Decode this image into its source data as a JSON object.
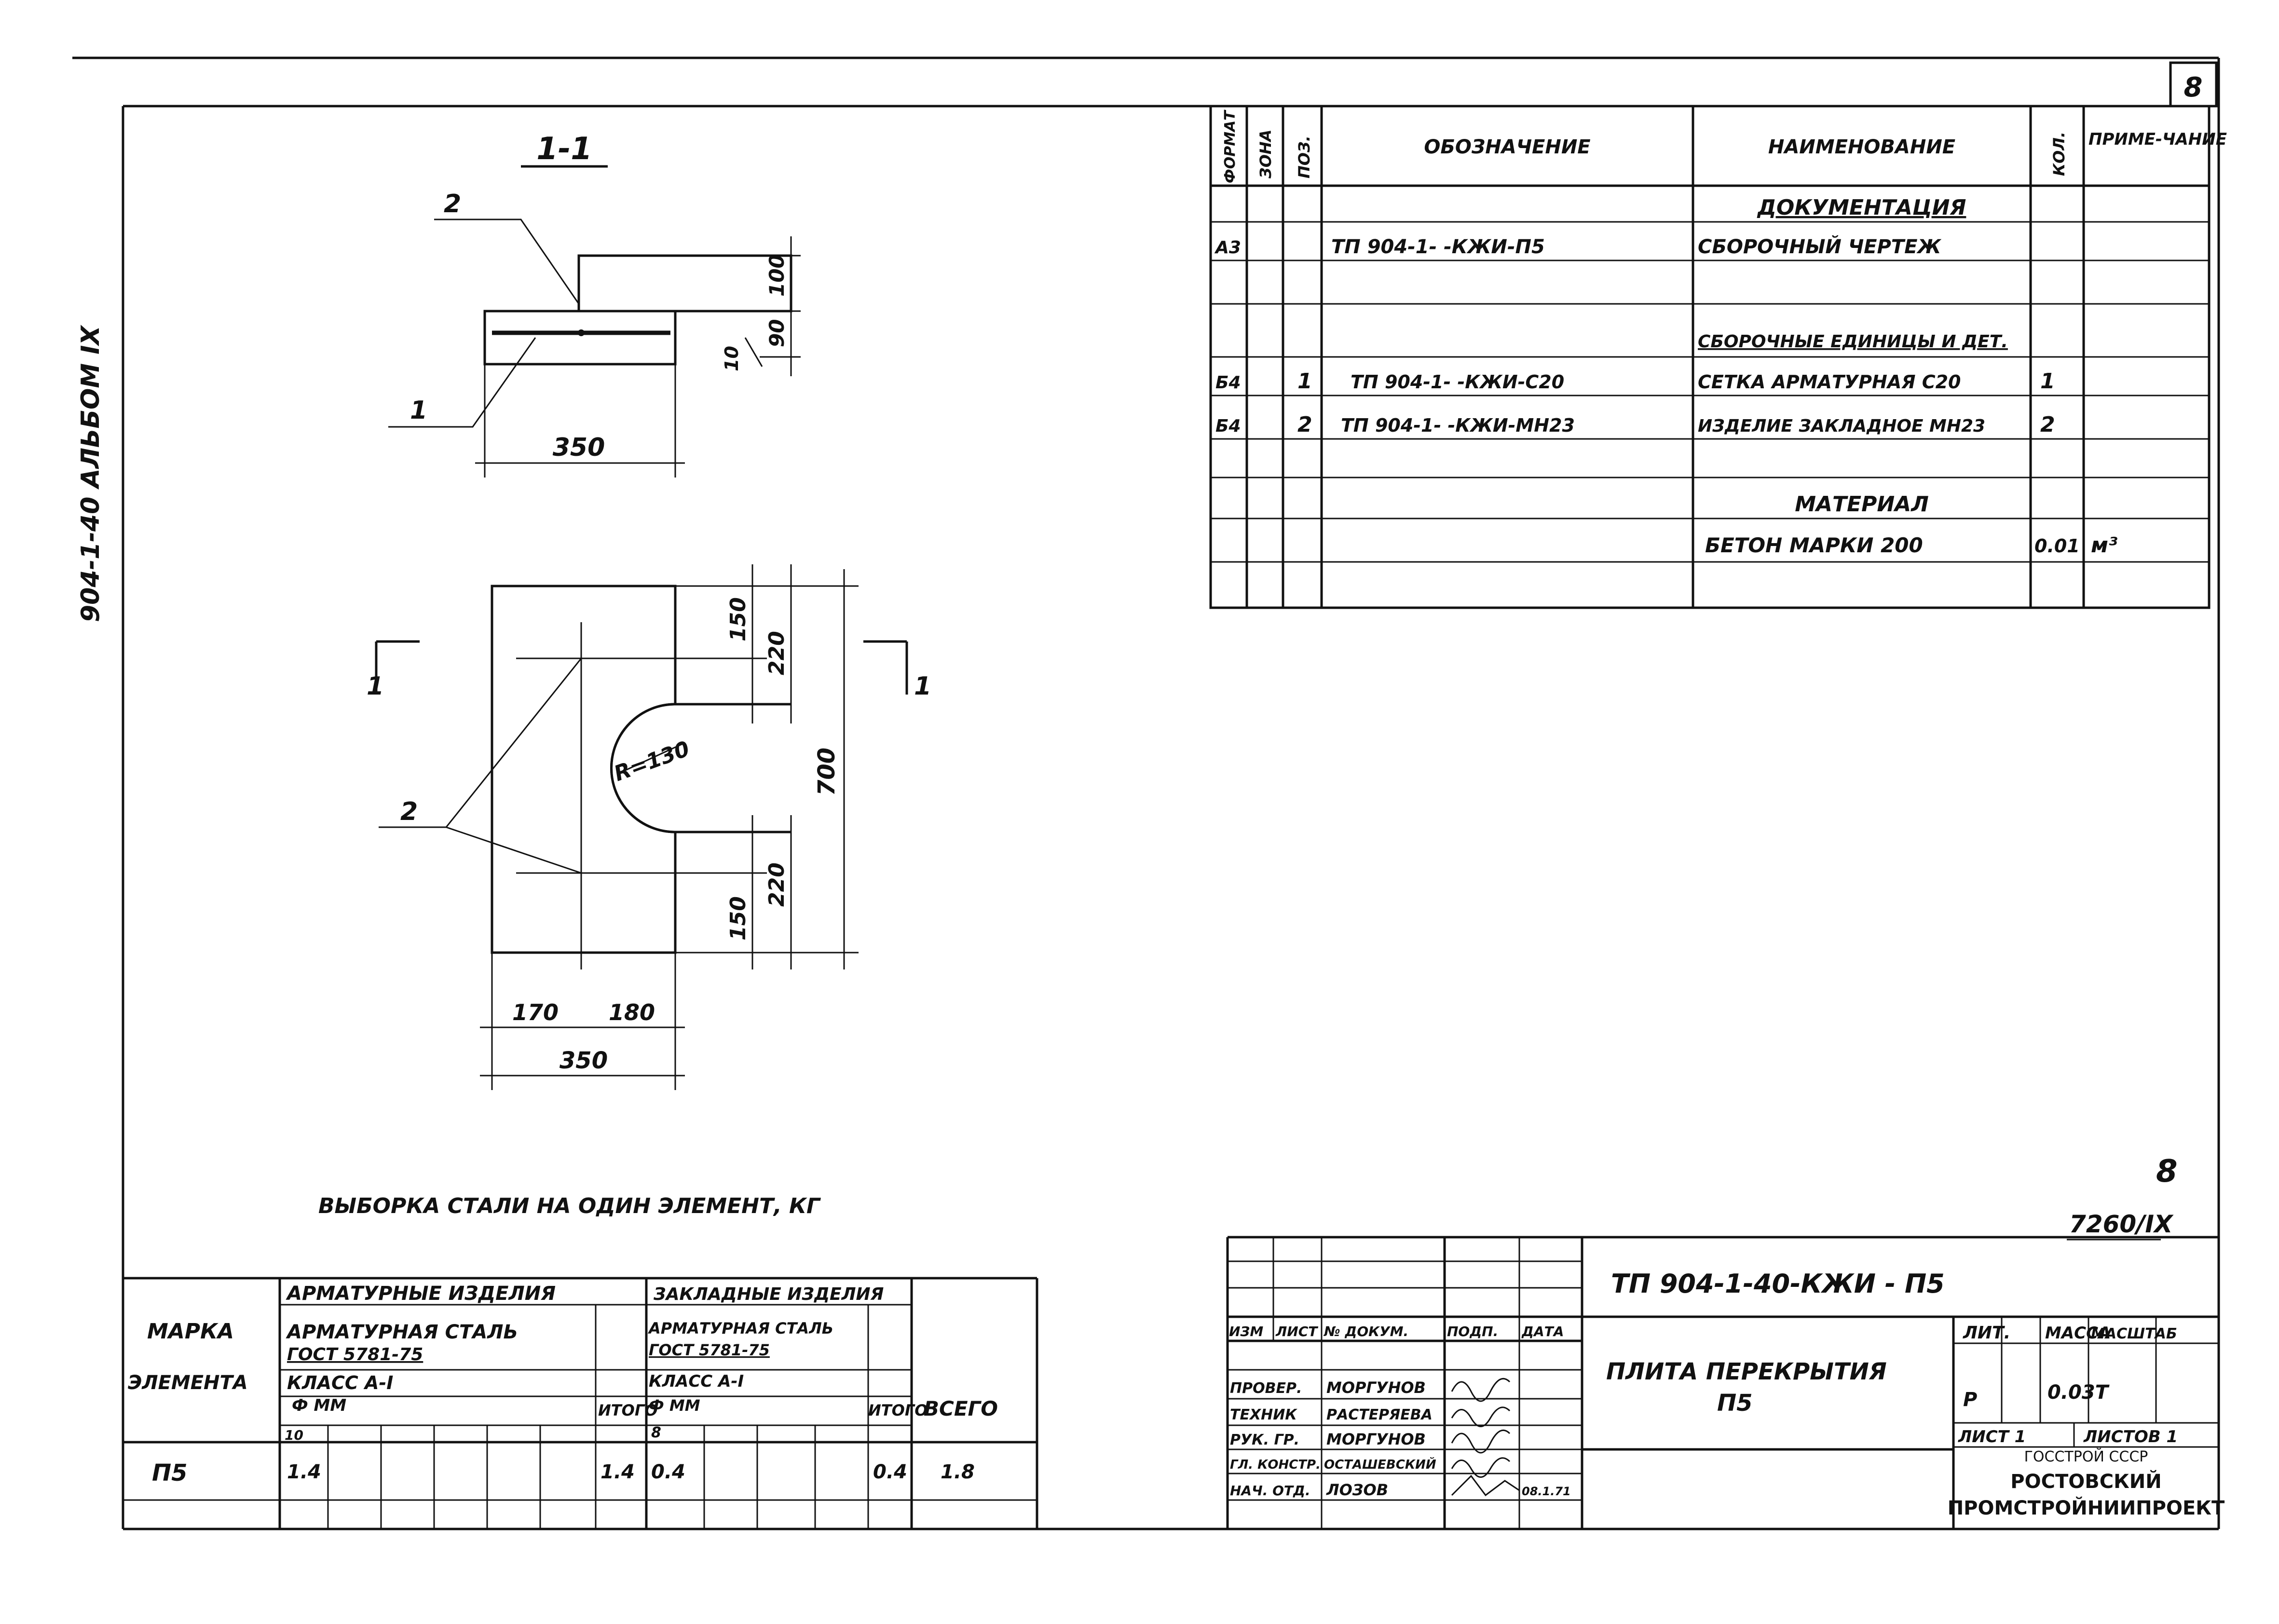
{
  "sheet": {
    "sheet_number": "8",
    "album_side": "904-1-40   АЛЬБОМ IX",
    "lower_number": "8",
    "format_code": "7260/IX"
  },
  "section": {
    "title": "1-1",
    "leader_top": "2",
    "leader_bottom": "1",
    "dim_width": "350",
    "dim_100": "100",
    "dim_90": "90",
    "dim_10": "10"
  },
  "plan": {
    "cut_left": "1",
    "cut_right": "1",
    "leader": "2",
    "radius": "R=130",
    "dim_150_top": "150",
    "dim_220_top": "220",
    "dim_700": "700",
    "dim_150_bottom": "150",
    "dim_220_bottom": "220",
    "dim_170": "170",
    "dim_180": "180",
    "dim_350": "350"
  },
  "spec": {
    "headers": {
      "format": "ФОРМАТ",
      "zone": "ЗОНА",
      "pos": "ПОЗ.",
      "designation": "ОБОЗНАЧЕНИЕ",
      "name": "НАИМЕНОВАНИЕ",
      "qty": "КОЛ.",
      "note": "ПРИМЕ-ЧАНИЕ"
    },
    "section_doc": "ДОКУМЕНТАЦИЯ",
    "row_doc": {
      "format": "А3",
      "designation": "ТП 904-1-   -КЖИ-П5",
      "name": "СБОРОЧНЫЙ ЧЕРТЕЖ"
    },
    "section_units": "СБОРОЧНЫЕ ЕДИНИЦЫ И ДЕТ.",
    "row_1": {
      "format": "Б4",
      "pos": "1",
      "designation": "ТП 904-1-   -КЖИ-С20",
      "name": "СЕТКА АРМАТУРНАЯ С20",
      "qty": "1"
    },
    "row_2": {
      "format": "Б4",
      "pos": "2",
      "designation": "ТП 904-1-   -КЖИ-МН23",
      "name": "ИЗДЕЛИЕ ЗАКЛАДНОЕ МН23",
      "qty": "2"
    },
    "section_material": "МАТЕРИАЛ",
    "row_material": {
      "name": "БЕТОН МАРКИ  200",
      "qty": "0.01",
      "note": "м³"
    }
  },
  "steel": {
    "caption": "ВЫБОРКА СТАЛИ НА  ОДИН ЭЛЕМЕНТ, КГ",
    "marka": "МАРКА",
    "elementa": "ЭЛЕМЕНТА",
    "arm_items": "АРМАТУРНЫЕ ИЗДЕЛИЯ",
    "arm_steel": "АРМАТУРНАЯ СТАЛЬ",
    "arm_gost": "ГОСТ 5781-75",
    "arm_class": "КЛАСС А-I",
    "arm_dia": "Ф ММ",
    "arm_dia_val": "10",
    "itogo1": "ИТОГО",
    "emb_items": "ЗАКЛАДНЫЕ ИЗДЕЛИЯ",
    "emb_steel": "АРМАТУРНАЯ СТАЛЬ",
    "emb_gost": "ГОСТ 5781-75",
    "emb_class": "КЛАСС А-I",
    "emb_dia": "Ф ММ",
    "emb_dia_val": "8",
    "itogo2": "ИТОГО",
    "vsego": "ВСЕГО",
    "row": {
      "mark": "П5",
      "arm": "1.4",
      "arm_total": "1.4",
      "emb": "0.4",
      "emb_total": "0.4",
      "total": "1.8"
    }
  },
  "stamp": {
    "code": "ТП 904-1-40-КЖИ - П5",
    "title_line1": "ПЛИТА ПЕРЕКРЫТИЯ",
    "title_line2": "П5",
    "hdr_izm": "ИЗМ",
    "hdr_list": "ЛИСТ",
    "hdr_doc": "№ ДОКУМ.",
    "hdr_sign": "ПОДП.",
    "hdr_date": "ДАТА",
    "lit": "ЛИТ.",
    "massa": "МАССА",
    "masshtab": "МАСШТАБ",
    "lit_val": "Р",
    "mass_val": "0.03Т",
    "list": "ЛИСТ 1",
    "listov": "ЛИСТОВ 1",
    "org1": "ГОССТРОЙ СССР",
    "org2": "РОСТОВСКИЙ",
    "org3": "ПРОМСТРОЙНИИПРОЕКТ",
    "people": [
      {
        "role": "ПРОВЕР.",
        "name": "МОРГУНОВ"
      },
      {
        "role": "ТЕХНИК",
        "name": "РАСТЕРЯЕВА"
      },
      {
        "role": "РУК. ГР.",
        "name": "МОРГУНОВ"
      },
      {
        "role": "ГЛ. КОНСТР.",
        "name": "ОСТАШЕВСКИЙ"
      },
      {
        "role": "НАЧ. ОТД.",
        "name": "ЛОЗОВ"
      }
    ],
    "date": "08.1.71"
  }
}
